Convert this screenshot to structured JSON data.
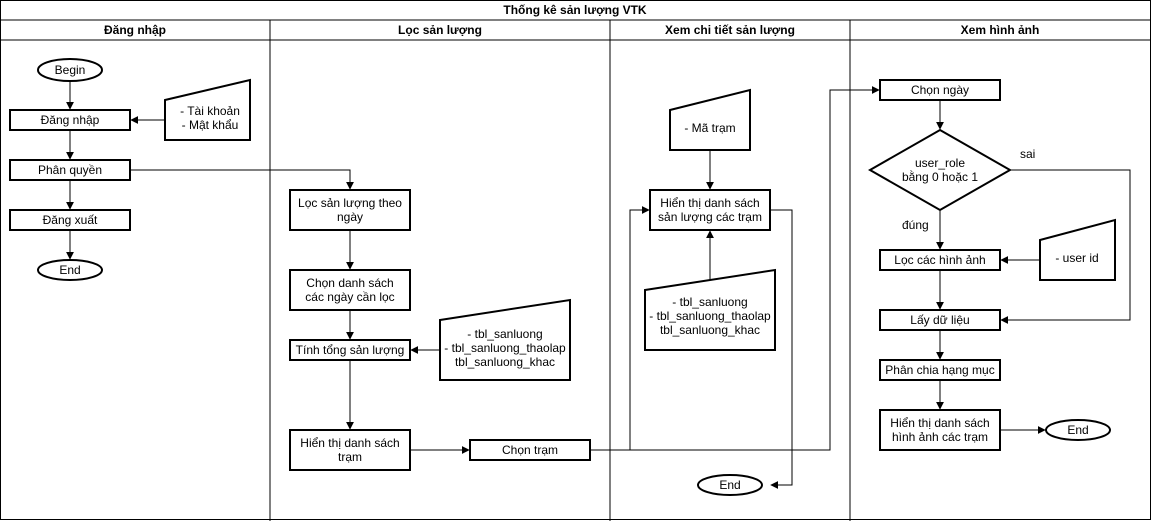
{
  "title": "Thống kê sản lượng VTK",
  "lanes": [
    "Đăng nhập",
    "Lọc sản lượng",
    "Xem chi tiết sản lượng",
    "Xem hình ảnh"
  ],
  "nodes": {
    "begin": [
      "Begin"
    ],
    "dang_nhap": [
      "Đăng nhập"
    ],
    "tai_khoan_input": [
      "- Tài khoản",
      "- Mật khẩu"
    ],
    "phan_quyen": [
      "Phân quyền"
    ],
    "dang_xuat": [
      "Đăng xuất"
    ],
    "end_login": [
      "End"
    ],
    "loc_theo_ngay": [
      "Lọc sản lượng theo",
      "ngày"
    ],
    "chon_danh_sach_ngay": [
      "Chọn danh sách",
      "các ngày cần lọc"
    ],
    "tinh_tong": [
      "Tính tổng sản lượng"
    ],
    "tables_loc": [
      "- tbl_sanluong",
      "- tbl_sanluong_thaolap",
      "tbl_sanluong_khac"
    ],
    "hien_thi_tram": [
      "Hiển thị danh sách",
      "trạm"
    ],
    "chon_tram": [
      "Chọn trạm"
    ],
    "ma_tram": [
      "- Mã trạm"
    ],
    "hien_thi_sl_tram": [
      "Hiển thị danh sách",
      "sản lượng các trạm"
    ],
    "tables_detail": [
      "- tbl_sanluong",
      "- tbl_sanluong_thaolap",
      "tbl_sanluong_khac"
    ],
    "end_detail": [
      "End"
    ],
    "chon_ngay": [
      "Chọn ngày"
    ],
    "decision": [
      "user_role",
      "bằng 0 hoặc 1"
    ],
    "loc_hinh_anh": [
      "Lọc các hình ảnh"
    ],
    "user_id": [
      "- user id"
    ],
    "lay_du_lieu": [
      "Lấy dữ liệu"
    ],
    "phan_chia": [
      "Phân chia hạng mục"
    ],
    "hien_thi_hinh_anh": [
      "Hiển thị danh sách",
      "hình ảnh các trạm"
    ],
    "end_image": [
      "End"
    ]
  },
  "edge_labels": {
    "no": "sai",
    "yes": "đúng"
  }
}
